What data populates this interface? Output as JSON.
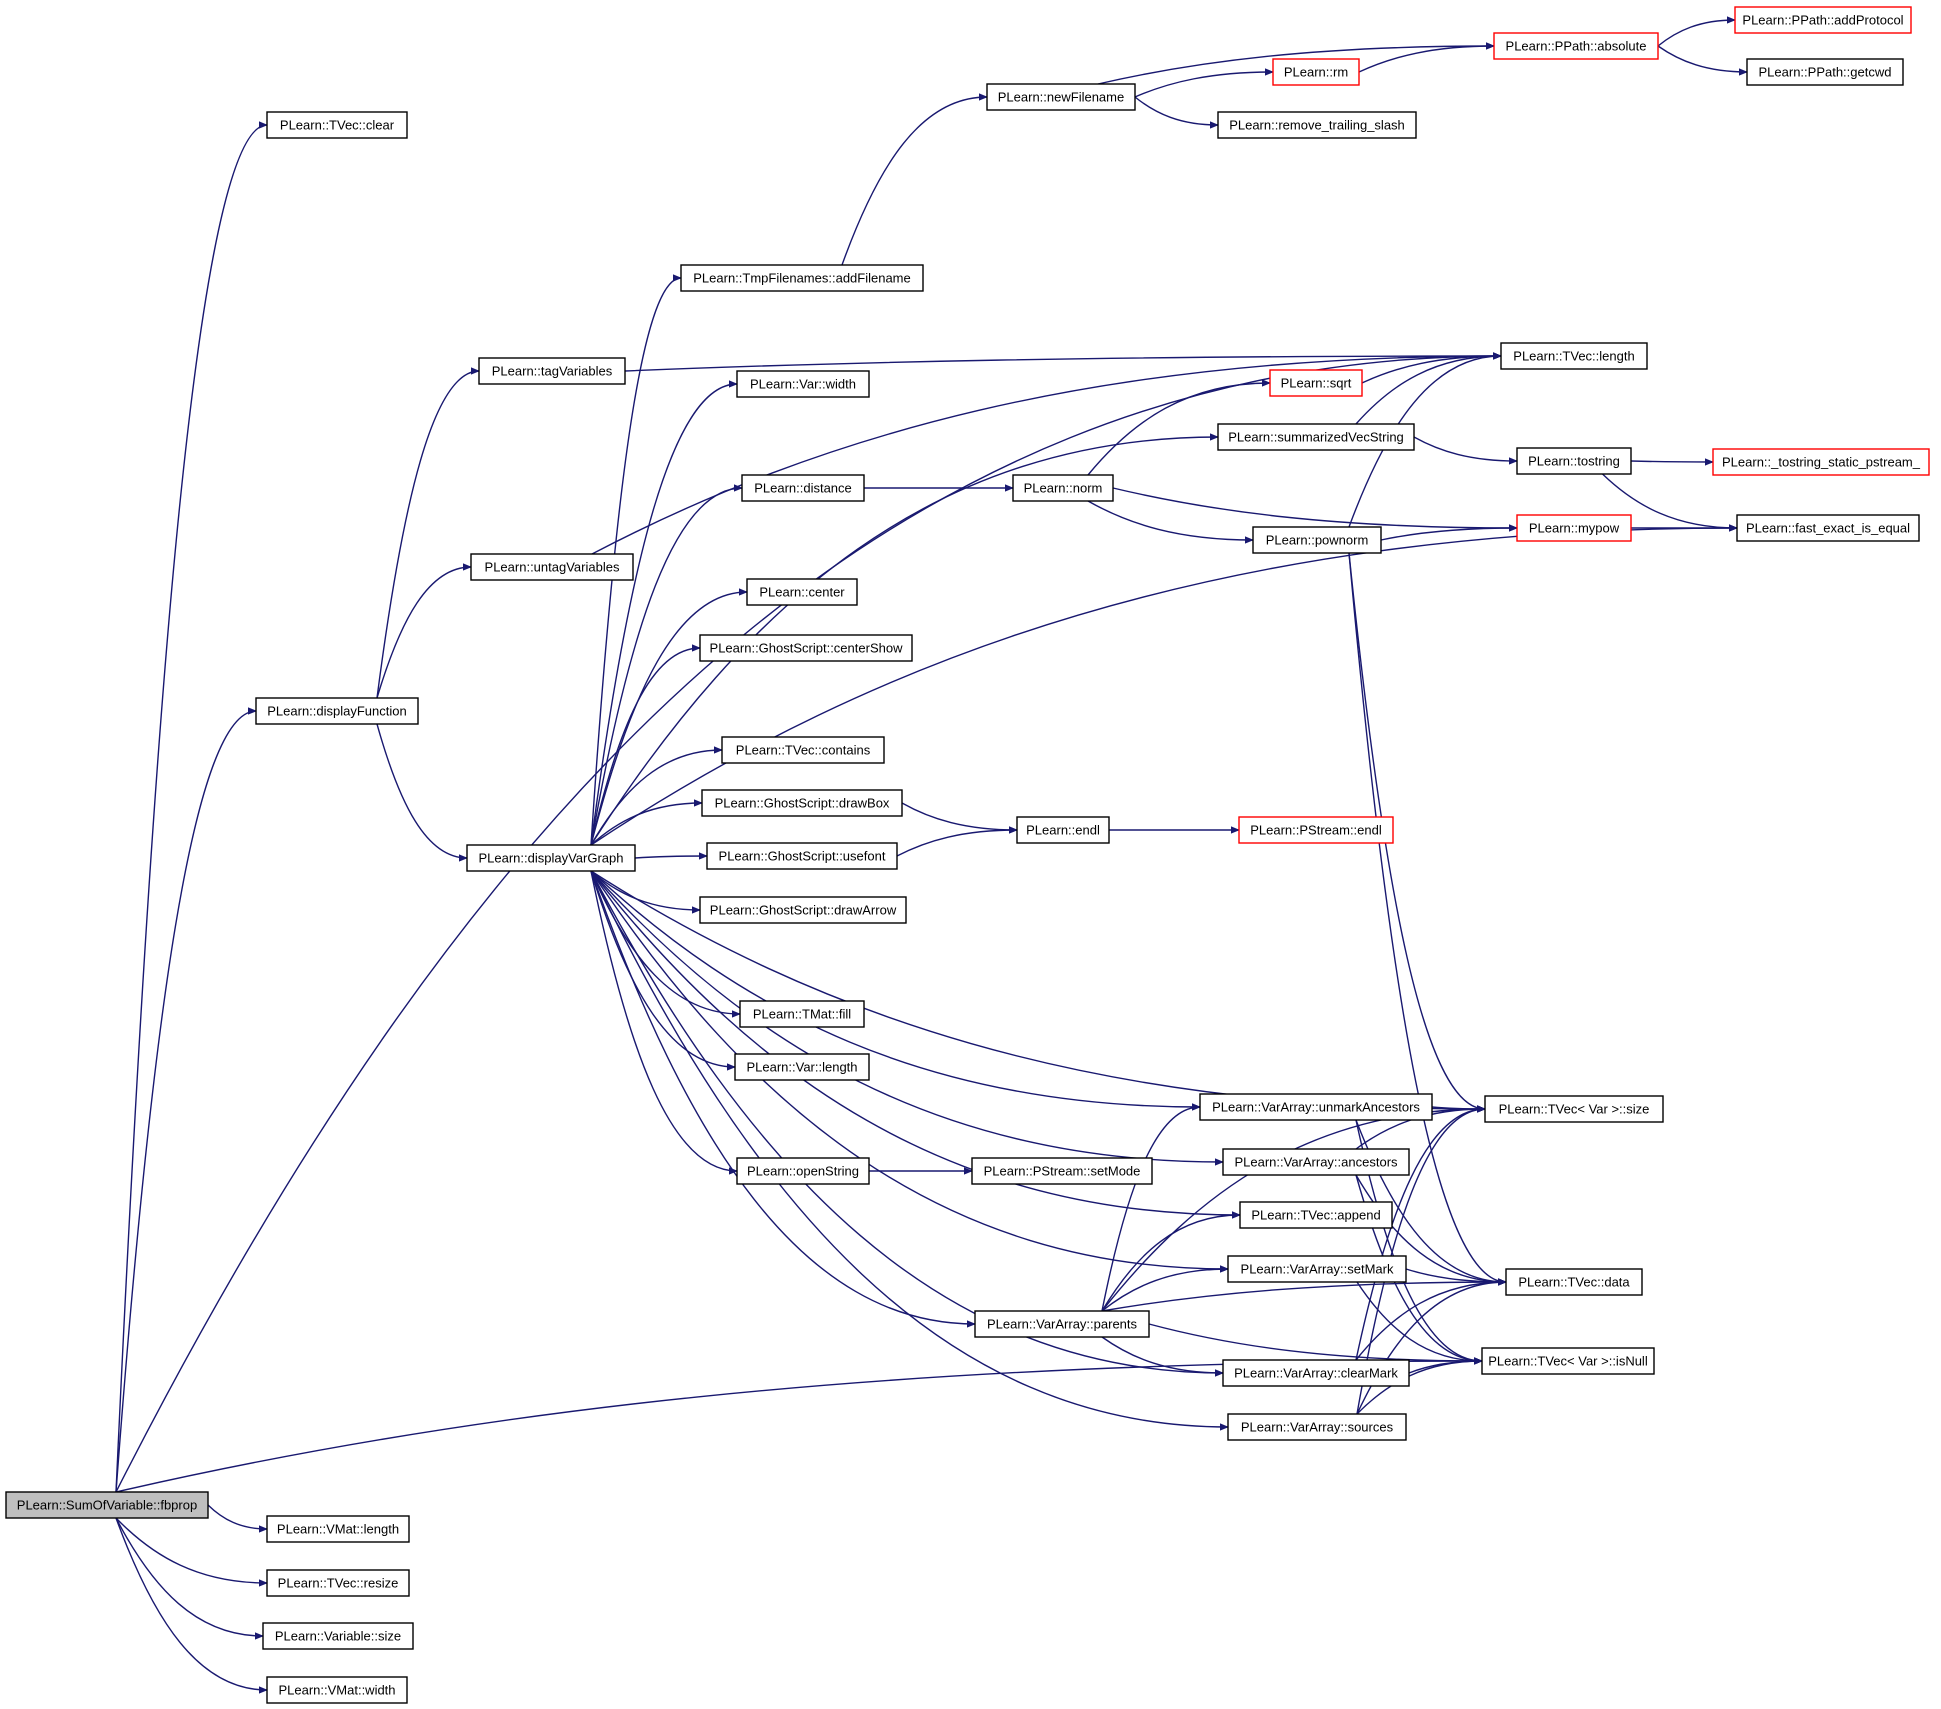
{
  "graph": {
    "colors": {
      "edge": "#191970",
      "node_border": "#000000",
      "node_border_truncated": "#ff0000",
      "root_fill": "#bfbfbf",
      "node_fill": "#ffffff"
    },
    "nodes": [
      {
        "id": "fbprop",
        "label": "PLearn::SumOfVariable::fbprop",
        "root": true
      },
      {
        "id": "tvec_clear",
        "label": "PLearn::TVec::clear"
      },
      {
        "id": "displayFunction",
        "label": "PLearn::displayFunction"
      },
      {
        "id": "vmat_length",
        "label": "PLearn::VMat::length"
      },
      {
        "id": "tvec_resize",
        "label": "PLearn::TVec::resize"
      },
      {
        "id": "variable_size",
        "label": "PLearn::Variable::size"
      },
      {
        "id": "vmat_width",
        "label": "PLearn::VMat::width"
      },
      {
        "id": "tvecvar_isnull",
        "label": "PLearn::TVec< Var >::isNull"
      },
      {
        "id": "tagVariables",
        "label": "PLearn::tagVariables"
      },
      {
        "id": "untagVariables",
        "label": "PLearn::untagVariables"
      },
      {
        "id": "displayVarGraph",
        "label": "PLearn::displayVarGraph"
      },
      {
        "id": "tvec_length",
        "label": "PLearn::TVec::length"
      },
      {
        "id": "tvecvar_size",
        "label": "PLearn::TVec< Var >::size"
      },
      {
        "id": "addFilename",
        "label": "PLearn::TmpFilenames::addFilename"
      },
      {
        "id": "var_width",
        "label": "PLearn::Var::width"
      },
      {
        "id": "summarizedVecString",
        "label": "PLearn::summarizedVecString"
      },
      {
        "id": "distance",
        "label": "PLearn::distance"
      },
      {
        "id": "fast_exact",
        "label": "PLearn::fast_exact_is_equal"
      },
      {
        "id": "center",
        "label": "PLearn::center"
      },
      {
        "id": "centerShow",
        "label": "PLearn::GhostScript::centerShow"
      },
      {
        "id": "contains",
        "label": "PLearn::TVec::contains"
      },
      {
        "id": "drawBox",
        "label": "PLearn::GhostScript::drawBox"
      },
      {
        "id": "usefont",
        "label": "PLearn::GhostScript::usefont"
      },
      {
        "id": "drawArrow",
        "label": "PLearn::GhostScript::drawArrow"
      },
      {
        "id": "tmat_fill",
        "label": "PLearn::TMat::fill"
      },
      {
        "id": "var_length",
        "label": "PLearn::Var::length"
      },
      {
        "id": "tvec_append",
        "label": "PLearn::TVec::append"
      },
      {
        "id": "unmarkAncestors",
        "label": "PLearn::VarArray::unmarkAncestors"
      },
      {
        "id": "openString",
        "label": "PLearn::openString"
      },
      {
        "id": "ancestors",
        "label": "PLearn::VarArray::ancestors"
      },
      {
        "id": "setMark",
        "label": "PLearn::VarArray::setMark"
      },
      {
        "id": "tvec_data",
        "label": "PLearn::TVec::data"
      },
      {
        "id": "parents",
        "label": "PLearn::VarArray::parents"
      },
      {
        "id": "clearMark",
        "label": "PLearn::VarArray::clearMark"
      },
      {
        "id": "sources",
        "label": "PLearn::VarArray::sources"
      },
      {
        "id": "newFilename",
        "label": "PLearn::newFilename"
      },
      {
        "id": "rm",
        "label": "PLearn::rm",
        "truncated": true
      },
      {
        "id": "remove_trailing_slash",
        "label": "PLearn::remove_trailing_slash"
      },
      {
        "id": "ppath_absolute",
        "label": "PLearn::PPath::absolute",
        "truncated": true
      },
      {
        "id": "addProtocol",
        "label": "PLearn::PPath::addProtocol",
        "truncated": true
      },
      {
        "id": "getcwd",
        "label": "PLearn::PPath::getcwd"
      },
      {
        "id": "sqrt",
        "label": "PLearn::sqrt",
        "truncated": true
      },
      {
        "id": "tostring",
        "label": "PLearn::tostring"
      },
      {
        "id": "tostring_static",
        "label": "PLearn::_tostring_static_pstream_",
        "truncated": true
      },
      {
        "id": "norm",
        "label": "PLearn::norm"
      },
      {
        "id": "pownorm",
        "label": "PLearn::pownorm"
      },
      {
        "id": "mypow",
        "label": "PLearn::mypow",
        "truncated": true
      },
      {
        "id": "endl",
        "label": "PLearn::endl"
      },
      {
        "id": "pstream_endl",
        "label": "PLearn::PStream::endl",
        "truncated": true
      },
      {
        "id": "setMode",
        "label": "PLearn::PStream::setMode"
      }
    ],
    "edges": [
      [
        "fbprop",
        "tvec_clear"
      ],
      [
        "fbprop",
        "displayFunction"
      ],
      [
        "fbprop",
        "tvec_length"
      ],
      [
        "fbprop",
        "vmat_length"
      ],
      [
        "fbprop",
        "tvec_resize"
      ],
      [
        "fbprop",
        "variable_size"
      ],
      [
        "fbprop",
        "vmat_width"
      ],
      [
        "fbprop",
        "tvecvar_isnull"
      ],
      [
        "displayFunction",
        "tagVariables"
      ],
      [
        "displayFunction",
        "untagVariables"
      ],
      [
        "displayFunction",
        "displayVarGraph"
      ],
      [
        "tagVariables",
        "tvec_length"
      ],
      [
        "untagVariables",
        "tvec_length"
      ],
      [
        "displayVarGraph",
        "addFilename"
      ],
      [
        "displayVarGraph",
        "var_width"
      ],
      [
        "displayVarGraph",
        "summarizedVecString"
      ],
      [
        "displayVarGraph",
        "distance"
      ],
      [
        "displayVarGraph",
        "fast_exact"
      ],
      [
        "displayVarGraph",
        "center"
      ],
      [
        "displayVarGraph",
        "centerShow"
      ],
      [
        "displayVarGraph",
        "tvecvar_size"
      ],
      [
        "displayVarGraph",
        "contains"
      ],
      [
        "displayVarGraph",
        "drawBox"
      ],
      [
        "displayVarGraph",
        "usefont"
      ],
      [
        "displayVarGraph",
        "drawArrow"
      ],
      [
        "displayVarGraph",
        "tvec_append"
      ],
      [
        "displayVarGraph",
        "tmat_fill"
      ],
      [
        "displayVarGraph",
        "var_length"
      ],
      [
        "displayVarGraph",
        "unmarkAncestors"
      ],
      [
        "displayVarGraph",
        "openString"
      ],
      [
        "displayVarGraph",
        "ancestors"
      ],
      [
        "displayVarGraph",
        "setMark"
      ],
      [
        "displayVarGraph",
        "parents"
      ],
      [
        "displayVarGraph",
        "clearMark"
      ],
      [
        "displayVarGraph",
        "sources"
      ],
      [
        "addFilename",
        "newFilename"
      ],
      [
        "newFilename",
        "ppath_absolute"
      ],
      [
        "newFilename",
        "rm"
      ],
      [
        "newFilename",
        "remove_trailing_slash"
      ],
      [
        "rm",
        "ppath_absolute"
      ],
      [
        "ppath_absolute",
        "addProtocol"
      ],
      [
        "ppath_absolute",
        "getcwd"
      ],
      [
        "summarizedVecString",
        "tvec_length"
      ],
      [
        "summarizedVecString",
        "tostring"
      ],
      [
        "tostring",
        "tostring_static"
      ],
      [
        "tostring",
        "fast_exact"
      ],
      [
        "distance",
        "norm"
      ],
      [
        "norm",
        "sqrt"
      ],
      [
        "norm",
        "mypow"
      ],
      [
        "norm",
        "pownorm"
      ],
      [
        "sqrt",
        "tvec_length"
      ],
      [
        "pownorm",
        "mypow"
      ],
      [
        "pownorm",
        "tvec_length"
      ],
      [
        "pownorm",
        "tvecvar_size"
      ],
      [
        "pownorm",
        "tvec_data"
      ],
      [
        "mypow",
        "fast_exact"
      ],
      [
        "drawBox",
        "endl"
      ],
      [
        "usefont",
        "endl"
      ],
      [
        "endl",
        "pstream_endl"
      ],
      [
        "openString",
        "setMode"
      ],
      [
        "unmarkAncestors",
        "tvecvar_size"
      ],
      [
        "unmarkAncestors",
        "tvec_data"
      ],
      [
        "unmarkAncestors",
        "tvecvar_isnull"
      ],
      [
        "ancestors",
        "tvecvar_size"
      ],
      [
        "ancestors",
        "tvec_data"
      ],
      [
        "ancestors",
        "tvecvar_isnull"
      ],
      [
        "setMark",
        "tvec_data"
      ],
      [
        "setMark",
        "tvecvar_isnull"
      ],
      [
        "parents",
        "unmarkAncestors"
      ],
      [
        "parents",
        "tvecvar_size"
      ],
      [
        "parents",
        "tvec_append"
      ],
      [
        "parents",
        "setMark"
      ],
      [
        "parents",
        "tvec_data"
      ],
      [
        "parents",
        "clearMark"
      ],
      [
        "parents",
        "tvecvar_isnull"
      ],
      [
        "clearMark",
        "tvecvar_size"
      ],
      [
        "clearMark",
        "tvec_data"
      ],
      [
        "clearMark",
        "tvecvar_isnull"
      ],
      [
        "sources",
        "tvecvar_size"
      ],
      [
        "sources",
        "tvec_data"
      ],
      [
        "sources",
        "tvecvar_isnull"
      ]
    ]
  }
}
